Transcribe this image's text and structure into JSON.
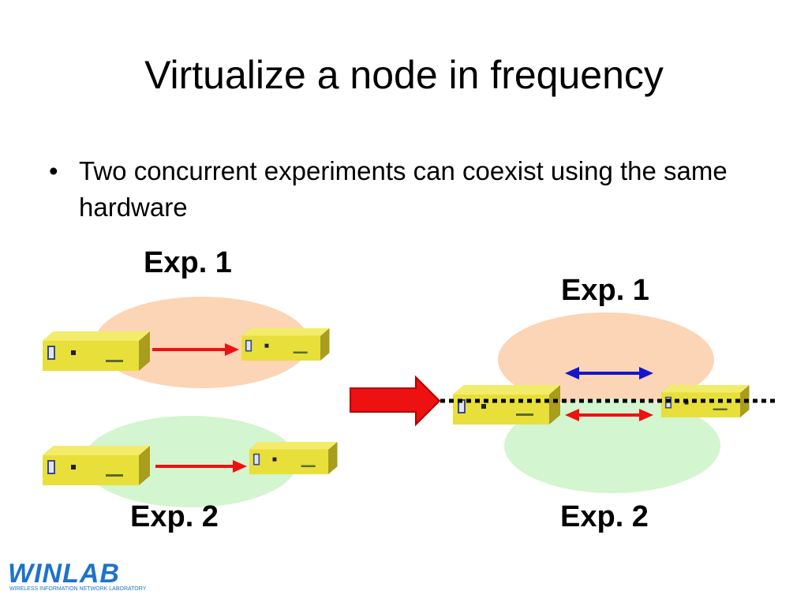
{
  "slide": {
    "title": "Virtualize a node in frequency",
    "bullet_symbol": "•",
    "bullet": "Two concurrent experiments can coexist using the same hardware"
  },
  "left": {
    "exp1_label": "Exp. 1",
    "exp2_label": "Exp. 2"
  },
  "right": {
    "exp1_label": "Exp. 1",
    "exp2_label": "Exp. 2"
  },
  "logo": {
    "word": "WINLAB",
    "sub": "WIRELESS INFORMATION NETWORK LABORATORY"
  },
  "colors": {
    "exp1_fill": "#fbd5b5",
    "exp2_fill": "#d3f5cf",
    "device_yellow": "#e8df3a",
    "arrow_red": "#ee1111",
    "arrow_blue": "#1515cc",
    "logo_blue": "#1d73c9"
  }
}
